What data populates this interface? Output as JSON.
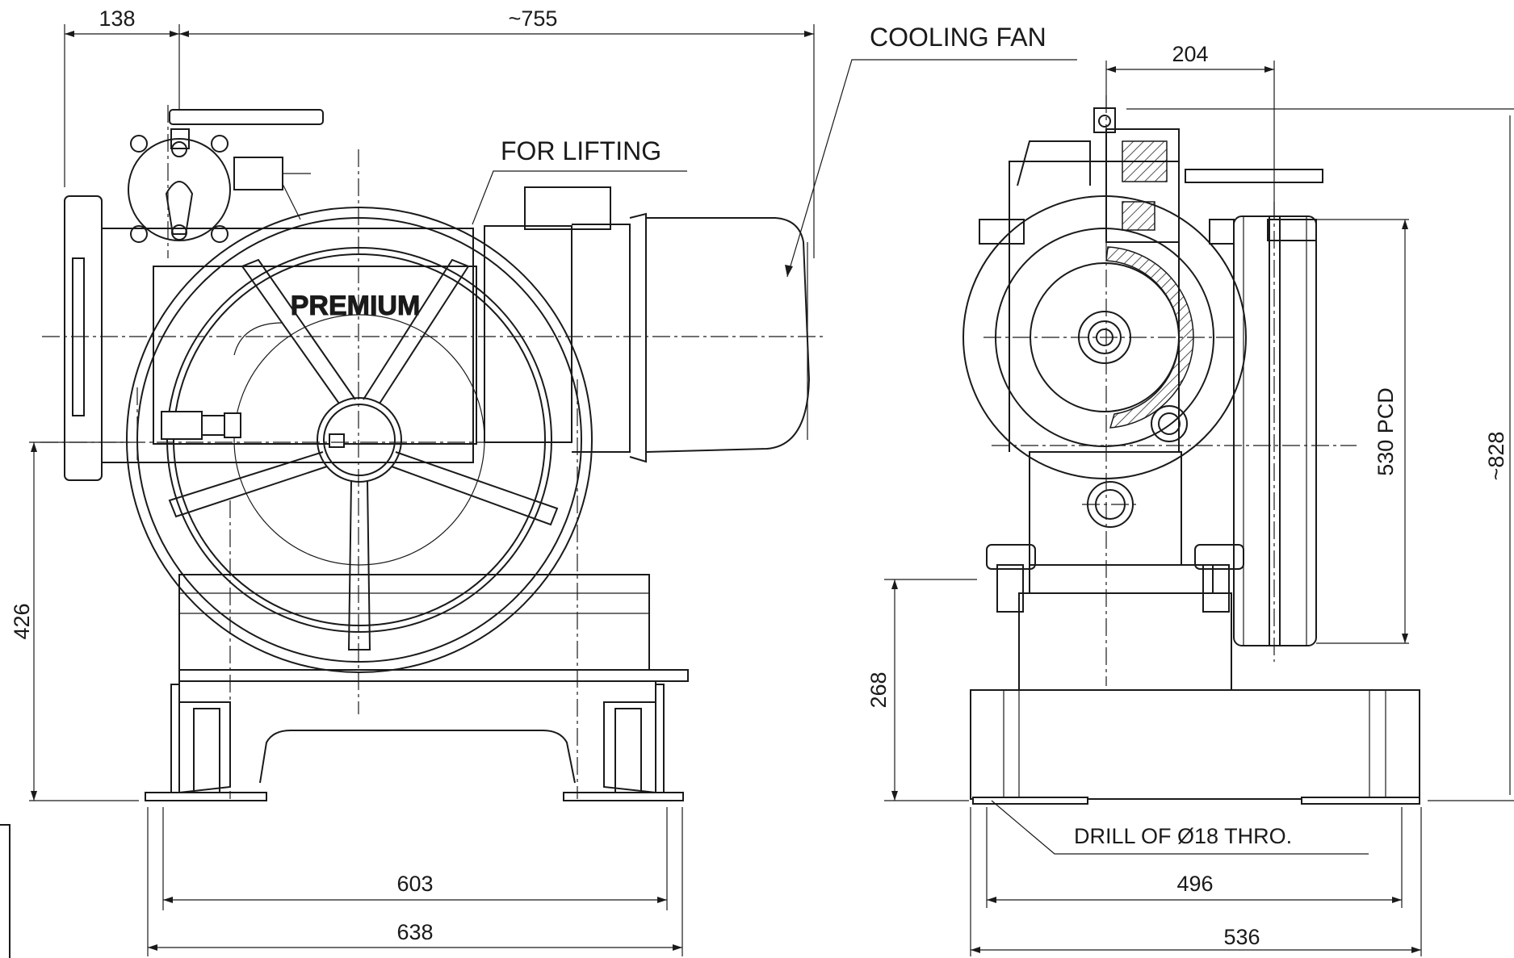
{
  "labels": {
    "cooling_fan": "COOLING FAN",
    "for_lifting": "FOR LIFTING",
    "brand": "PREMIUM",
    "drill_note": "DRILL OF Ø18  THRO."
  },
  "dimensions": {
    "top_left": "138",
    "top_overall": "~755",
    "side_top": "204",
    "height_left": "426",
    "base_height": "268",
    "pcd": "530 PCD",
    "overall_height": "~828",
    "front_inner": "603",
    "front_outer": "638",
    "side_inner": "496",
    "side_outer": "536"
  }
}
